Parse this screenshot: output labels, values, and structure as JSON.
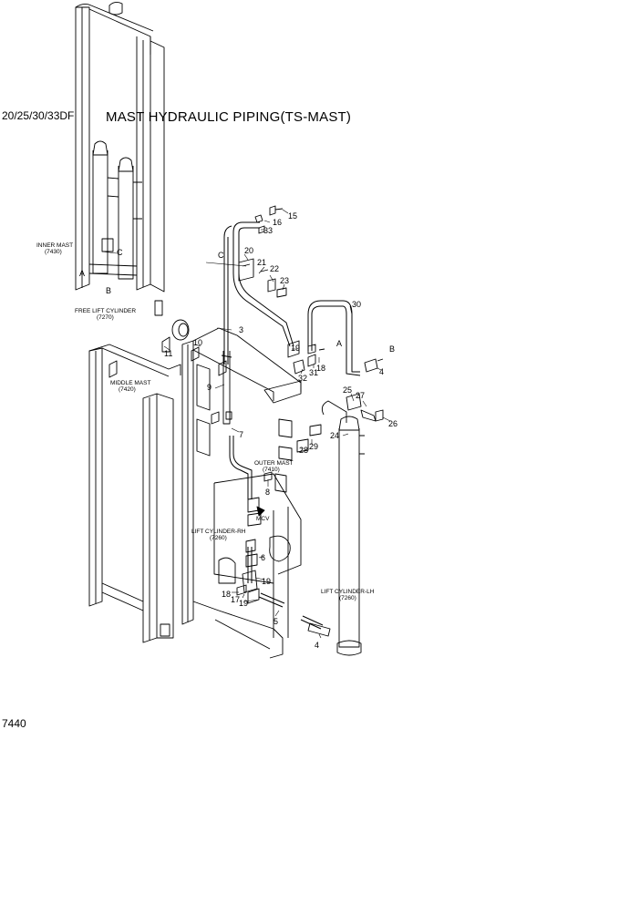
{
  "header": {
    "models": "20/25/30/33DF",
    "title": "MAST HYDRAULIC PIPING(TS-MAST)"
  },
  "footer": {
    "code": "7440"
  },
  "assemblies": {
    "inner_mast": {
      "name": "INNER MAST",
      "code": "(7430)"
    },
    "free_lift_cylinder": {
      "name": "FREE LIFT CYLINDER",
      "code": "(7270)"
    },
    "middle_mast": {
      "name": "MIDDLE MAST",
      "code": "(7420)"
    },
    "outer_mast": {
      "name": "OUTER MAST",
      "code": "(7410)"
    },
    "mcv": {
      "name": "MCV"
    },
    "lift_cylinder_rh": {
      "name": "LIFT CYLINDER-RH",
      "code": "(7260)"
    },
    "lift_cylinder_lh": {
      "name": "LIFT CYLINDER-LH",
      "code": "(7260)"
    }
  },
  "connection_letters": {
    "a": "A",
    "b": "B",
    "c": "C"
  },
  "part_numbers": {
    "p15": "15",
    "p16": "16",
    "p33": "33",
    "p20": "20",
    "p21": "21",
    "p22": "22",
    "p23": "23",
    "p30": "30",
    "p3": "3",
    "p10": "10",
    "p11": "11",
    "p19a": "19",
    "p32": "32",
    "p31": "31",
    "p18a": "18",
    "p4a": "4",
    "p9": "9",
    "p25": "25",
    "p27": "27",
    "p26": "26",
    "p24": "24",
    "p7": "7",
    "p29": "29",
    "p28": "28",
    "p8": "8",
    "p6": "6",
    "p19b": "19",
    "p18b": "18",
    "p17": "17",
    "p19c": "19",
    "p5": "5",
    "p4b": "4"
  }
}
